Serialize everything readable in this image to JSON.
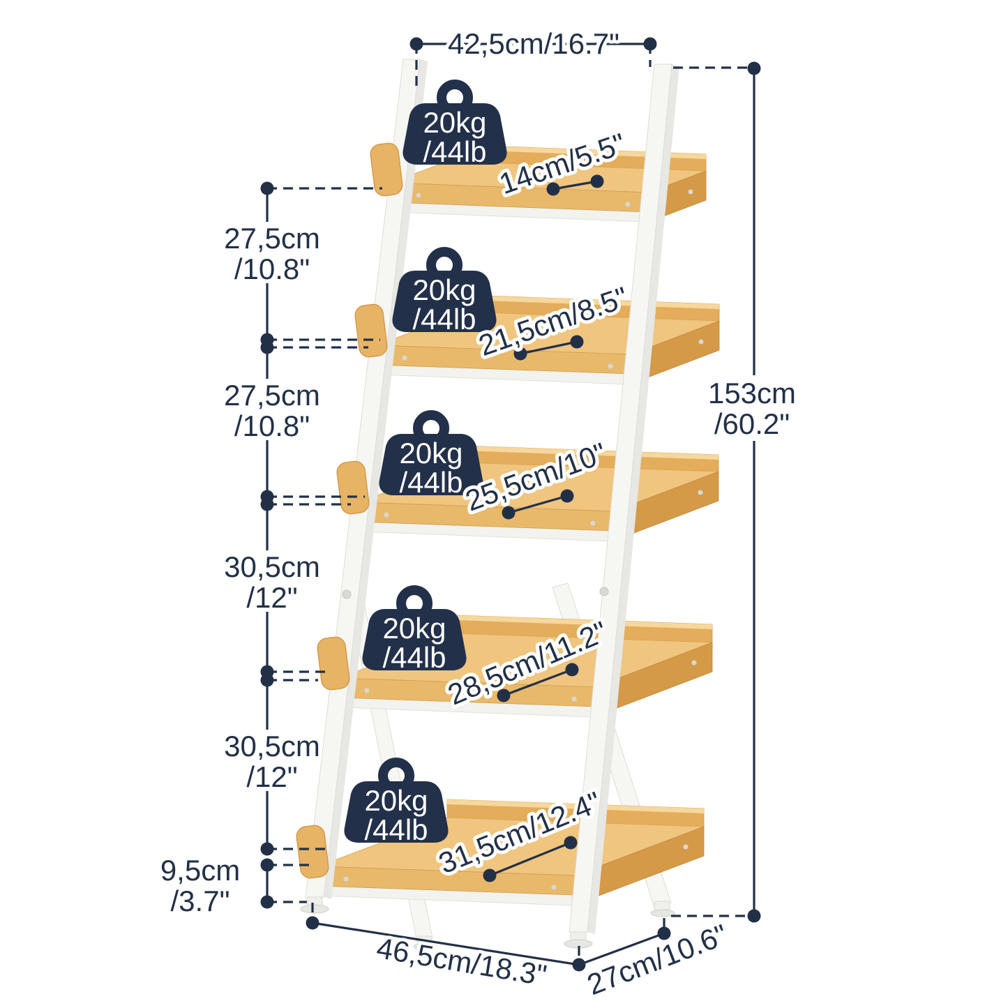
{
  "illustration": {
    "type": "ladder-shelf-dimension-diagram",
    "shelf_count": 5
  },
  "colors": {
    "annotation": "#223047",
    "wood": "#efc57f",
    "frame": "#f6f6f3",
    "badge": "#22304a",
    "background": "#ffffff"
  },
  "badges": {
    "kg": "20kg",
    "lb": "/44lb"
  },
  "dimensions": {
    "top_width": "42,5cm/16.7\"",
    "total_height": {
      "line1": "153cm",
      "line2": "/60.2\""
    },
    "left_gaps": [
      {
        "line1": "27,5cm",
        "line2": "/10.8\""
      },
      {
        "line1": "27,5cm",
        "line2": "/10.8\""
      },
      {
        "line1": "30,5cm",
        "line2": "/12\""
      },
      {
        "line1": "30,5cm",
        "line2": "/12\""
      }
    ],
    "floor_clearance": {
      "line1": "9,5cm",
      "line2": "/3.7\""
    },
    "shelf_depths": [
      "14cm/5.5\"",
      "21,5cm/8.5\"",
      "25,5cm/10\"",
      "28,5cm/11.2\"",
      "31,5cm/12.4\""
    ],
    "bottom_width": "46,5cm/18.3\"",
    "bottom_depth": "27cm/10.6\""
  }
}
